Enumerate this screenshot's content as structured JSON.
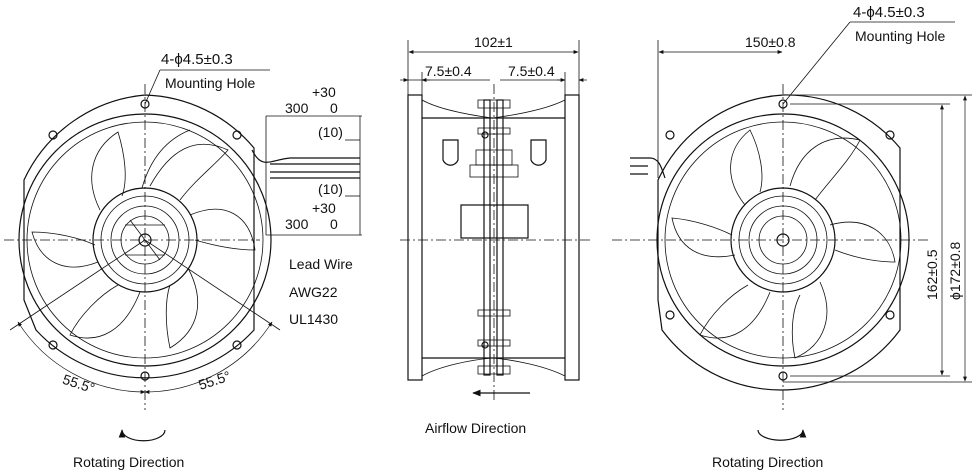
{
  "left_view": {
    "mounting_hole_spec": "4-ϕ4.5±0.3",
    "mounting_hole_label": "Mounting Hole",
    "lead_top_tol": "+30",
    "lead_top_length": "300",
    "lead_top_zero": "0",
    "lead_top_strip": "(10)",
    "lead_bottom_strip": "(10)",
    "lead_bottom_tol": "+30",
    "lead_bottom_length": "300",
    "lead_bottom_zero": "0",
    "lead_wire_label": "Lead Wire",
    "lead_wire_gauge": "AWG22",
    "lead_wire_standard": "UL1430",
    "angle_left": "55.5°",
    "angle_right": "55.5°",
    "rotation_label": "Rotating Direction"
  },
  "side_view": {
    "overall_depth": "102±1",
    "flange_left": "7.5±0.4",
    "flange_right": "7.5±0.4",
    "airflow_label": "Airflow Direction"
  },
  "right_view": {
    "mounting_hole_spec": "4-ϕ4.5±0.3",
    "mounting_hole_label": "Mounting Hole",
    "width": "150±0.8",
    "hole_pitch": "162±0.5",
    "outer_diameter": "ϕ172±0.8",
    "rotation_label": "Rotating Direction"
  }
}
